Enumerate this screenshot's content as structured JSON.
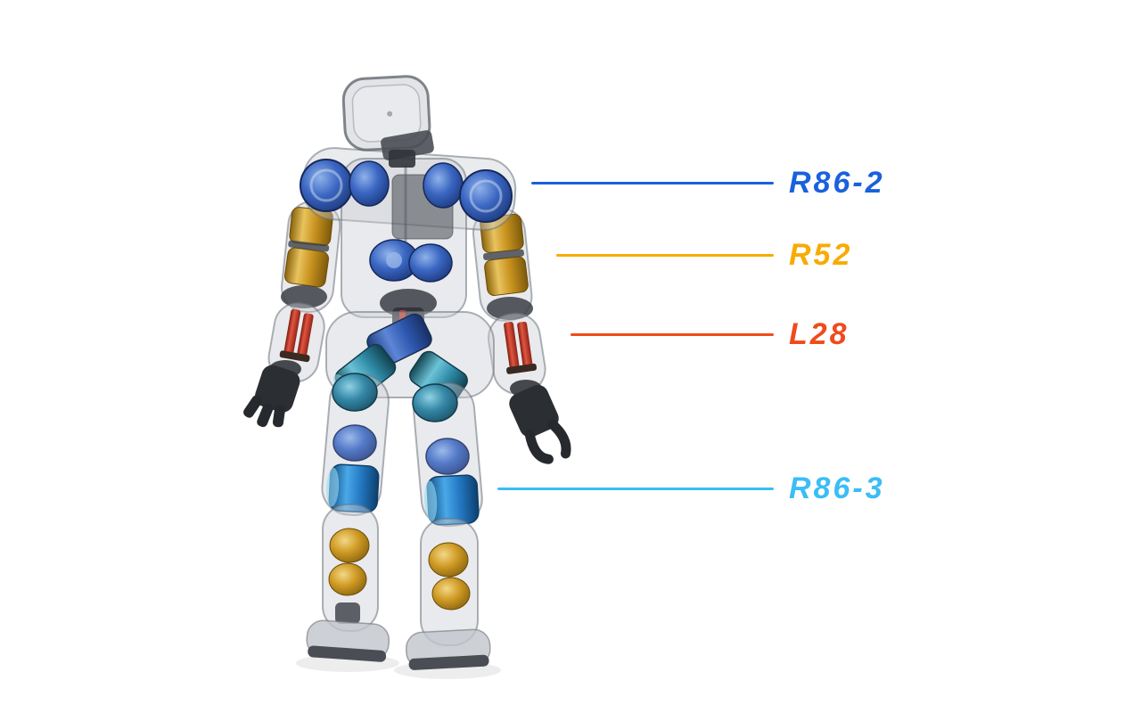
{
  "figure": {
    "subject": "humanoid-robot-actuator-cutaway"
  },
  "callouts": [
    {
      "label": "R86-2",
      "color": "#1961DD",
      "target": "shoulder-actuator"
    },
    {
      "label": "R52",
      "color": "#F8AB00",
      "target": "upper-arm-actuator"
    },
    {
      "label": "L28",
      "color": "#EF4B1C",
      "target": "forearm-linear-actuator"
    },
    {
      "label": "R86-3",
      "color": "#3BBDF5",
      "target": "knee-actuator"
    }
  ],
  "palette": {
    "shoulder_actuator_blue": "#2D5CB8",
    "hip_actuator_teal": "#2E7F9B",
    "arm_leg_actuator_gold": "#C8921E",
    "linear_actuator_red": "#D2402A",
    "knee_actuator_blue": "#2F7FD0",
    "shell_gray": "#C6CAD0"
  }
}
